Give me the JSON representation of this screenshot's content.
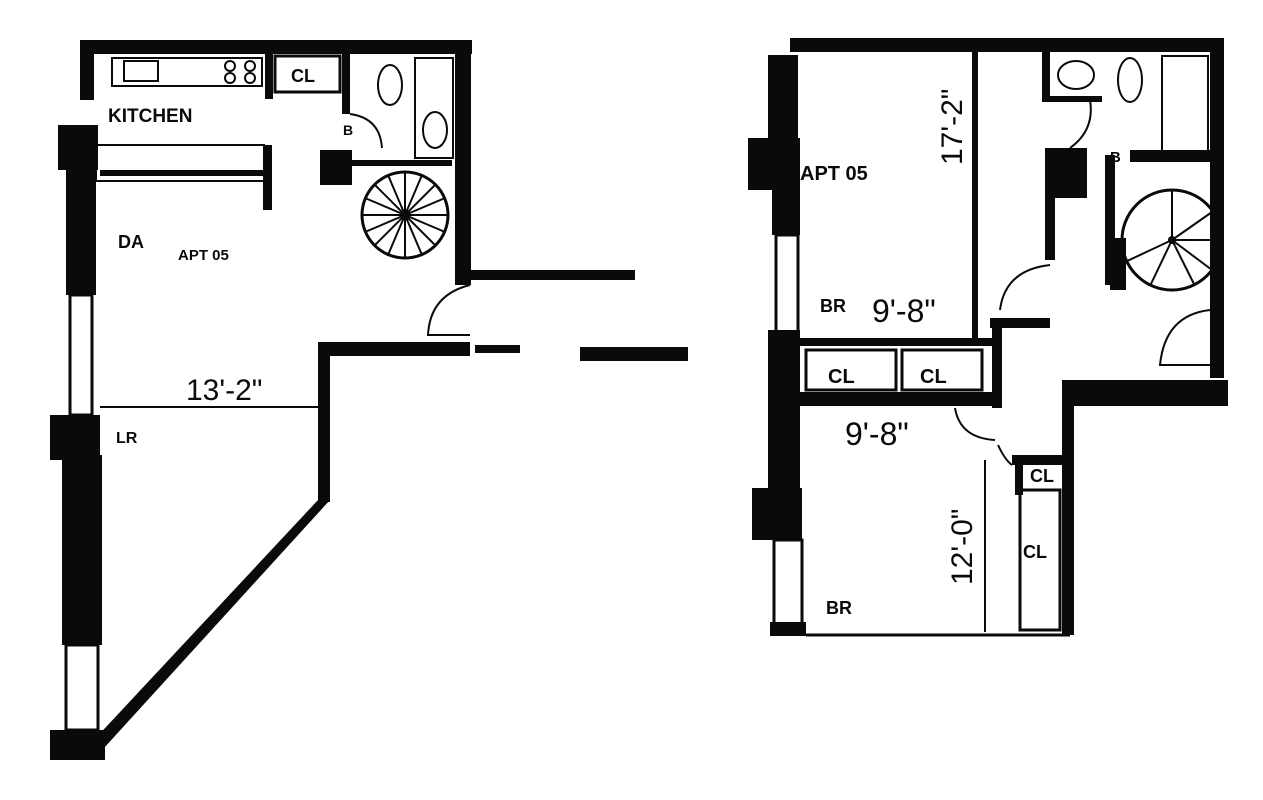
{
  "lower_level": {
    "kitchen": "KITCHEN",
    "closet": "CL",
    "bath": "B",
    "dining": "DA",
    "apt": "APT 05",
    "living": "LR",
    "width_dim": "13'-2\""
  },
  "upper_level": {
    "apt": "APT 05",
    "height_dim": "17'-2\"",
    "bath": "B",
    "br1": "BR",
    "br1_width": "9'-8\"",
    "closet_a": "CL",
    "closet_b": "CL",
    "br2_width": "9'-8\"",
    "closet_c": "CL",
    "closet_d": "CL",
    "br2_height": "12'-0\"",
    "br2": "BR"
  },
  "colors": {
    "ink": "#0a0a0a",
    "paper": "#ffffff"
  }
}
